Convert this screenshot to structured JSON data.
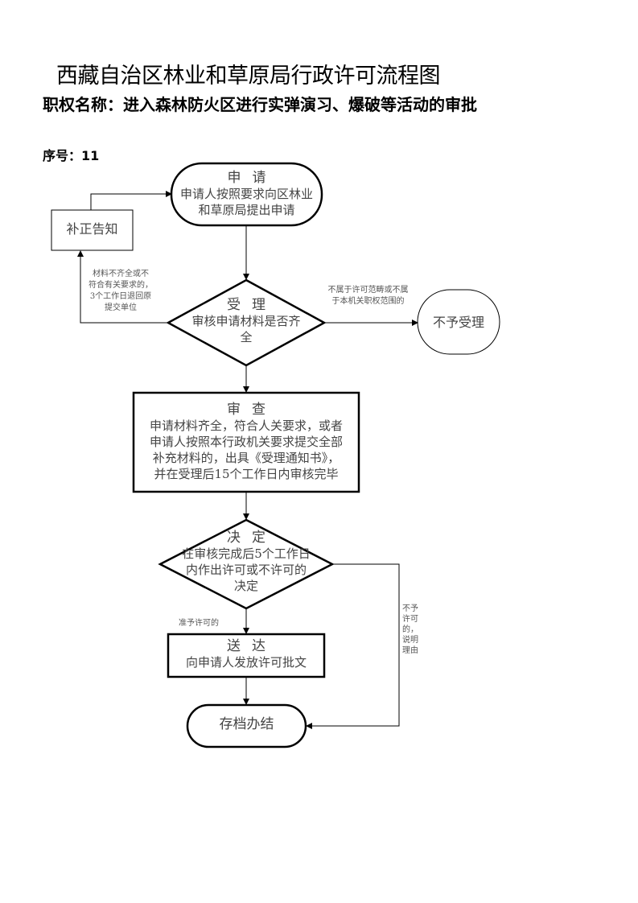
{
  "header": {
    "title": "西藏自治区林业和草原局行政许可流程图",
    "authority_name": "职权名称：进入森林防火区进行实弹演习、爆破等活动的审批",
    "serial": "序号：11"
  },
  "nodes": {
    "apply": {
      "head": "申请",
      "lines": [
        "申请人按照要求向区林业",
        "和草原局提出申请"
      ]
    },
    "correction_notice": {
      "label": "补正告知"
    },
    "accept": {
      "head": "受理",
      "lines": [
        "审核申请材料是否齐",
        "全"
      ]
    },
    "reject_accept": {
      "label": "不予受理"
    },
    "review": {
      "head": "审查",
      "lines": [
        "申请材料齐全，符合人关要求，或者",
        "申请人按照本行政机关要求提交全部",
        "补充材料的，出具《受理通知书》，",
        "并在受理后15个工作日内审核完毕"
      ]
    },
    "decision": {
      "head": "决定",
      "lines": [
        "在审核完成后5个工作日",
        "内作出许可或不许可的",
        "决定"
      ]
    },
    "deliver": {
      "head": "送达",
      "lines": [
        "向申请人发放许可批文"
      ]
    },
    "archive": {
      "label": "存档办结"
    }
  },
  "edge_labels": {
    "incomplete": [
      "材料不齐全或不",
      "符合有关要求的，",
      "3个工作日退回原",
      "提交单位"
    ],
    "out_of_scope": [
      "不属于许可范畴或不属",
      "于本机关职权范围的"
    ],
    "approved": [
      "准予许可的"
    ],
    "denied": [
      "不予",
      "许可",
      "的，",
      "说明",
      "理由"
    ]
  }
}
